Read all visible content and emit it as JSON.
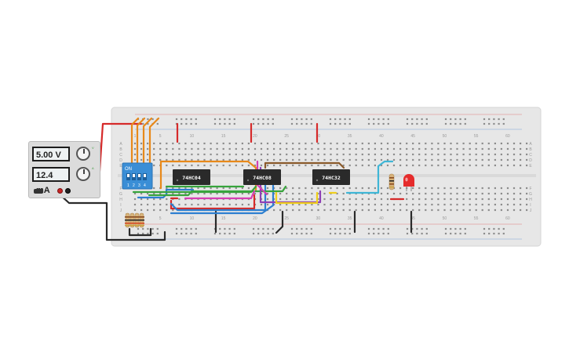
{
  "power_supply": {
    "voltage": "5.00 V",
    "current": "12.4 mA",
    "voltage_knob_label": "V",
    "current_knob_label": "A"
  },
  "dip_switch": {
    "on_label": "ON",
    "positions": [
      "1",
      "2",
      "3",
      "4"
    ]
  },
  "chips": [
    "74HC04",
    "74HC08",
    "74HC32"
  ],
  "breadboard": {
    "column_numbers": [
      "1",
      "5",
      "10",
      "15",
      "20",
      "25",
      "30",
      "35",
      "40",
      "45",
      "50",
      "55",
      "60"
    ],
    "row_letters_top": [
      "A",
      "B",
      "C",
      "D",
      "E"
    ],
    "row_letters_bottom": [
      "F",
      "G",
      "H",
      "I",
      "J"
    ]
  },
  "colors": {
    "wire_red": "#d62a2a",
    "wire_orange": "#e8891a",
    "wire_blue": "#2d7fd0",
    "wire_green": "#37a43c",
    "wire_purple": "#8e3fb5",
    "wire_magenta": "#d53fb3",
    "wire_yellow": "#f0cf1c",
    "wire_brown": "#8a5a2b",
    "wire_cyan": "#3fb6d6",
    "wire_black": "#2a2a2a",
    "led": "#e52c2c"
  }
}
